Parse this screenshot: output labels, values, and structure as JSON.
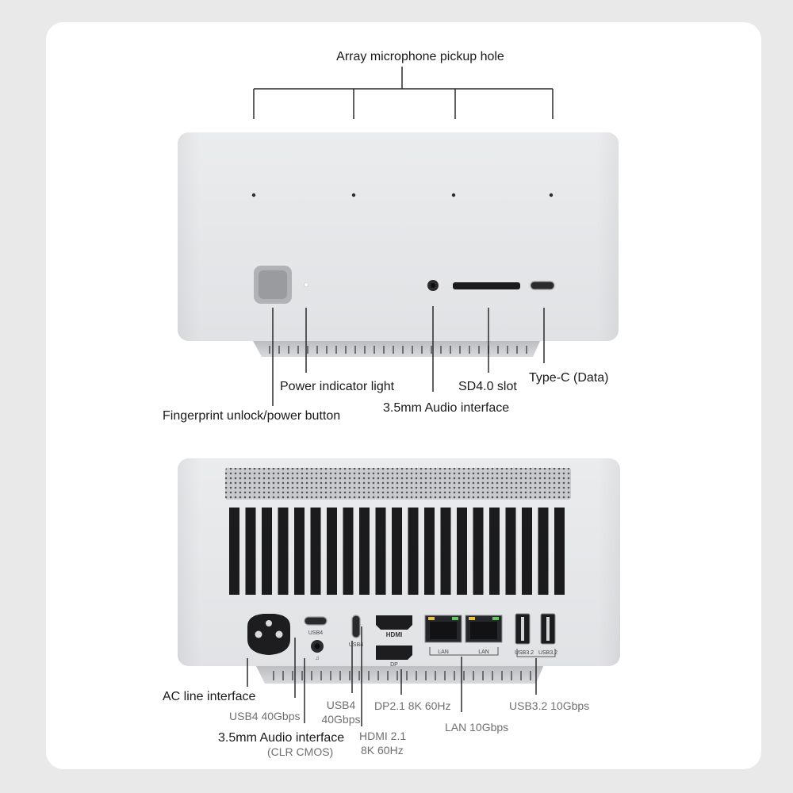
{
  "front_view": {
    "mic_label": "Array microphone pickup hole",
    "callouts": {
      "power_light": "Power indicator light",
      "sd_slot": "SD4.0 slot",
      "type_c": "Type-C (Data)",
      "fingerprint": "Fingerprint unlock/power button",
      "audio_jack": "3.5mm Audio interface"
    }
  },
  "rear_view": {
    "port_marks": {
      "usb4_a": "USB4",
      "usb4_b": "USB4",
      "hdmi": "HDMI",
      "dp": "DP",
      "lan_1": "LAN",
      "lan_2": "LAN",
      "usb32_a": "USB3.2",
      "usb32_b": "USB3.2"
    },
    "callouts": {
      "ac": "AC line interface",
      "usb4_40_a": "USB4 40Gbps",
      "usb4_b_line1": "USB4",
      "usb4_b_line2": "40Gbps",
      "dp": "DP2.1 8K 60Hz",
      "usb32": "USB3.2 10Gbps",
      "audio": "3.5mm Audio interface",
      "clr_cmos": "(CLR CMOS)",
      "hdmi_line1": "HDMI 2.1",
      "hdmi_line2": "8K 60Hz",
      "lan": "LAN 10Gbps"
    }
  },
  "colors": {
    "aluminum_light": "#e6e7e9",
    "aluminum_mid": "#cfd0d3",
    "vent_dark": "#1b1b1d",
    "card_bg": "#ffffff",
    "page_bg": "#e9e9e9"
  }
}
